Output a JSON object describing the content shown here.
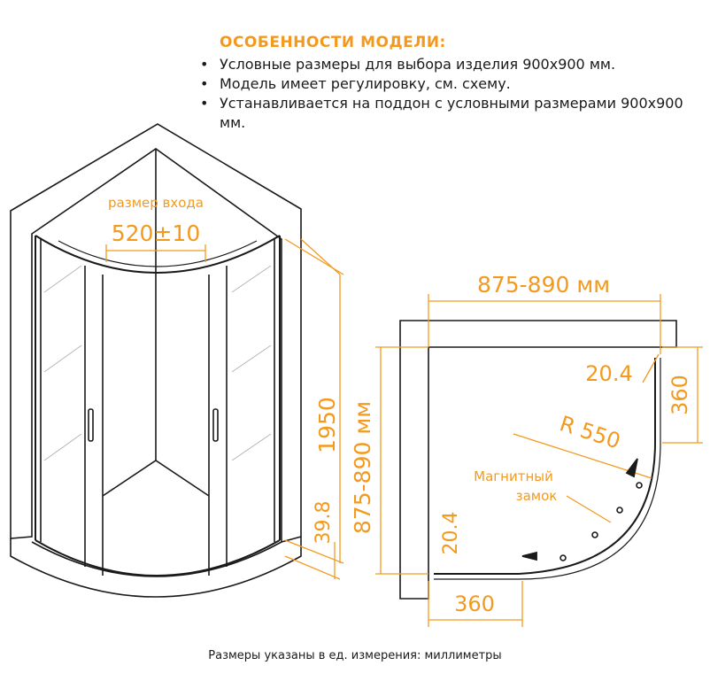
{
  "features": {
    "title": "ОСОБЕННОСТИ МОДЕЛИ:",
    "items": [
      "Условные размеры для выбора изделия 900х900 мм.",
      "Модель имеет регулировку, см. схему.",
      "Устанавливается на поддон с условными размерами 900х900 мм."
    ]
  },
  "front_view": {
    "entrance_label": "размер входа",
    "entrance_value": "520±10",
    "height_value": "1950",
    "base_value": "39.8",
    "side_value": "875-890 мм"
  },
  "plan_view": {
    "width_value": "875-890 мм",
    "wall_gap": "20.4",
    "side_depth": "360",
    "radius": "R 550",
    "magnet_label_1": "Магнитный",
    "magnet_label_2": "замок",
    "bottom_gap": "20.4",
    "bottom_depth": "360"
  },
  "footer": "Размеры указаны в ед. измерения: миллиметры",
  "colors": {
    "accent": "#f39a1e",
    "line": "#1a1a1a"
  }
}
